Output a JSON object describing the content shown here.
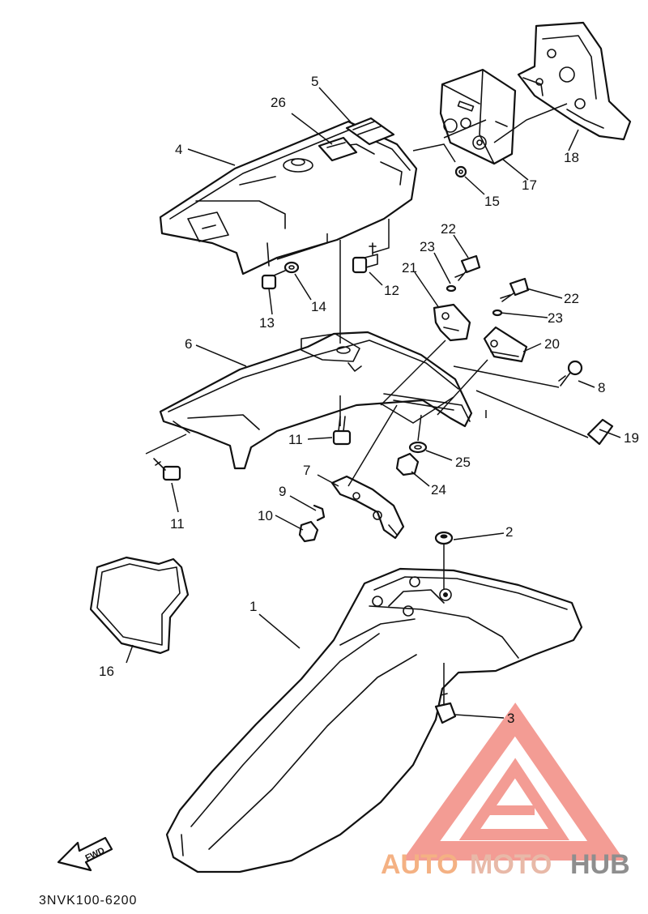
{
  "diagram_code": "3NVK100-6200",
  "fwd_label": "FWD",
  "watermark": {
    "parts": [
      "AUTO",
      "MOTO",
      "HUB"
    ],
    "colors": [
      "#f4b183",
      "#e8b9a8",
      "#8e8e8e"
    ],
    "triangle_color": "#f28b82"
  },
  "callouts": [
    {
      "id": "1",
      "label": "1"
    },
    {
      "id": "2",
      "label": "2"
    },
    {
      "id": "3",
      "label": "3"
    },
    {
      "id": "4",
      "label": "4"
    },
    {
      "id": "5",
      "label": "5"
    },
    {
      "id": "6",
      "label": "6"
    },
    {
      "id": "7",
      "label": "7"
    },
    {
      "id": "8",
      "label": "8"
    },
    {
      "id": "9",
      "label": "9"
    },
    {
      "id": "10",
      "label": "10"
    },
    {
      "id": "11a",
      "label": "11"
    },
    {
      "id": "11b",
      "label": "11"
    },
    {
      "id": "12",
      "label": "12"
    },
    {
      "id": "13",
      "label": "13"
    },
    {
      "id": "14",
      "label": "14"
    },
    {
      "id": "15",
      "label": "15"
    },
    {
      "id": "16",
      "label": "16"
    },
    {
      "id": "17",
      "label": "17"
    },
    {
      "id": "18",
      "label": "18"
    },
    {
      "id": "19",
      "label": "19"
    },
    {
      "id": "20",
      "label": "20"
    },
    {
      "id": "21",
      "label": "21"
    },
    {
      "id": "22a",
      "label": "22"
    },
    {
      "id": "22b",
      "label": "22"
    },
    {
      "id": "23a",
      "label": "23"
    },
    {
      "id": "23b",
      "label": "23"
    },
    {
      "id": "24",
      "label": "24"
    },
    {
      "id": "25",
      "label": "25"
    },
    {
      "id": "26",
      "label": "26"
    }
  ]
}
